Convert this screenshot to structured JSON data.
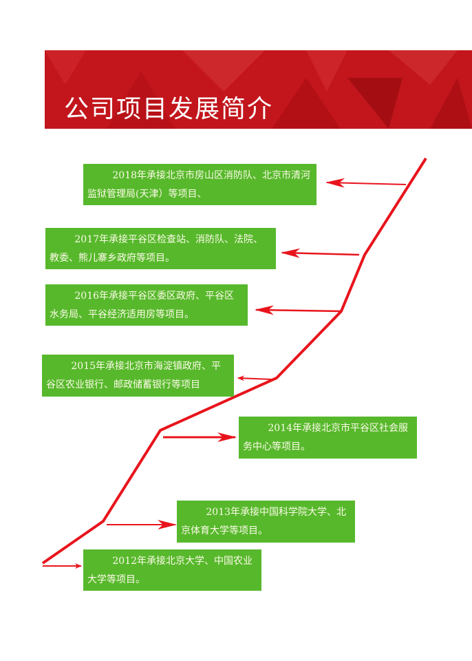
{
  "header": {
    "title": "公司项目发展简介"
  },
  "colors": {
    "banner": "#c2161c",
    "box": "#57b82c",
    "line": "#e8141c"
  },
  "milestones": [
    {
      "year": "2018",
      "text": "2018年承接北京市房山区消防队、北京市清河监狱管理局(天津）等项目、"
    },
    {
      "year": "2017",
      "text": "2017年承接平谷区检查站、消防队、法院、教委、熊儿寨乡政府等项目。"
    },
    {
      "year": "2016",
      "text": "2016年承接平谷区委区政府、平谷区水务局、平谷经济适用房等项目。"
    },
    {
      "year": "2015",
      "text": "2015年承接北京市海淀镇政府、平谷区农业银行、邮政储蓄银行等项目"
    },
    {
      "year": "2014",
      "text": "2014年承接北京市平谷区社会服务中心等项目。"
    },
    {
      "year": "2013",
      "text": "2013年承接中国科学院大学、北京体育大学等项目。"
    },
    {
      "year": "2012",
      "text": "2012年承接北京大学、中国农业大学等项目。"
    }
  ]
}
